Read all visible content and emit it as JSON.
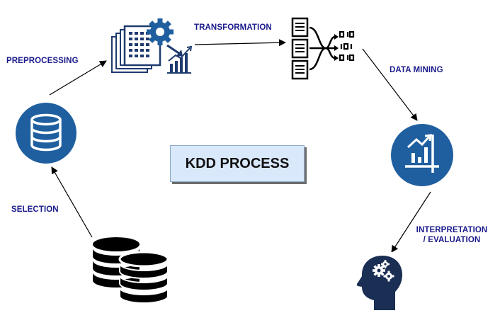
{
  "title": "KDD PROCESS",
  "steps": {
    "preprocessing": "PREPROCESSING",
    "transformation": "TRANSFORMATION",
    "data_mining": "DATA MINING",
    "interpretation_line1": "INTERPRETATION",
    "interpretation_line2": "/ EVALUATION",
    "selection": "SELECTION"
  },
  "colors": {
    "accent_blue": "#1f5fa0",
    "label_navy": "#1a1a8c",
    "title_box_fill": "#d9e8fb",
    "head_navy": "#1b2f55"
  },
  "icons": [
    "database-circle-icon",
    "gear-files-icon",
    "documents-binary-icon",
    "analytics-chart-icon",
    "brain-gears-icon",
    "databases-icon"
  ]
}
